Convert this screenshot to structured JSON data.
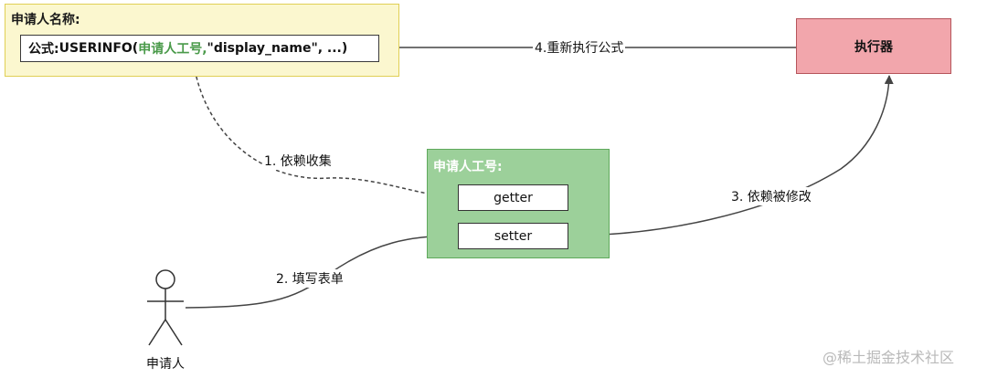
{
  "applicant_name": {
    "title": "申请人名称:"
  },
  "formula": {
    "prefix": "公式:",
    "func_open": "USERINFO(",
    "arg_field": "申请人工号,",
    "arg_rest": " \"display_name\", ...)"
  },
  "executor": {
    "label": "执行器"
  },
  "employee_id": {
    "title": "申请人工号:",
    "getter": "getter",
    "setter": "setter"
  },
  "edges": {
    "collect": "1. 依赖收集",
    "fill": "2. 填写表单",
    "modify": "3. 依赖被修改",
    "rerun": "4.重新执行公式"
  },
  "actor": {
    "label": "申请人"
  },
  "watermark": "@稀土掘金技术社区",
  "colors": {
    "yellow_fill": "#fbf7cf",
    "red_fill": "#f2a6ac",
    "green_fill": "#9cd09a",
    "formula_green": "#4a9a4a",
    "arrow": "#444444"
  }
}
